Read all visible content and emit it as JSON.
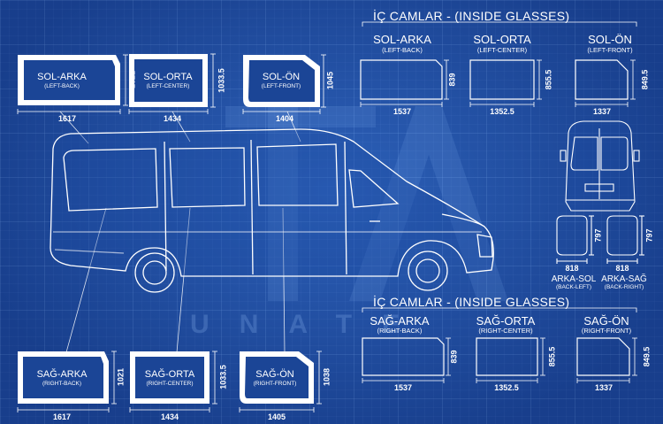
{
  "watermark": "UNATE",
  "inside_heading_top": "İÇ CAMLAR - (INSIDE GLASSES)",
  "inside_heading_bottom": "İÇ CAMLAR - (INSIDE GLASSES)",
  "outer_left": [
    {
      "name": "SOL-ARKA",
      "sub": "(LEFT-BACK)",
      "w": "1617",
      "h": "1021"
    },
    {
      "name": "SOL-ORTA",
      "sub": "(LEFT-CENTER)",
      "w": "1434",
      "h": "1033.5"
    },
    {
      "name": "SOL-ÖN",
      "sub": "(LEFT-FRONT)",
      "w": "1404",
      "h": "1045"
    }
  ],
  "outer_right": [
    {
      "name": "SAĞ-ARKA",
      "sub": "(RIGHT-BACK)",
      "w": "1617",
      "h": "1021"
    },
    {
      "name": "SAĞ-ORTA",
      "sub": "(RIGHT-CENTER)",
      "w": "1434",
      "h": "1033.5"
    },
    {
      "name": "SAĞ-ÖN",
      "sub": "(RIGHT-FRONT)",
      "w": "1405",
      "h": "1038"
    }
  ],
  "inner_left": [
    {
      "name": "SOL-ARKA",
      "sub": "(LEFT-BACK)",
      "w": "1537",
      "h": "839"
    },
    {
      "name": "SOL-ORTA",
      "sub": "(LEFT-CENTER)",
      "w": "1352.5",
      "h": "855.5"
    },
    {
      "name": "SOL-ÖN",
      "sub": "(LEFT-FRONT)",
      "w": "1337",
      "h": "849.5"
    }
  ],
  "inner_right": [
    {
      "name": "SAĞ-ARKA",
      "sub": "(RIGHT-BACK)",
      "w": "1537",
      "h": "839"
    },
    {
      "name": "SAĞ-ORTA",
      "sub": "(RIGHT-CENTER)",
      "w": "1352.5",
      "h": "855.5"
    },
    {
      "name": "SAĞ-ÖN",
      "sub": "(RIGHT-FRONT)",
      "w": "1337",
      "h": "849.5"
    }
  ],
  "back": [
    {
      "name": "ARKA-SOL",
      "sub": "(BACK-LEFT)",
      "w": "818",
      "h": "797"
    },
    {
      "name": "ARKA-SAĞ",
      "sub": "(BACK-RIGHT)",
      "w": "818",
      "h": "797"
    }
  ],
  "colors": {
    "background": "#1f4fa6",
    "line": "#ffffff",
    "glass": "#1b4596"
  }
}
